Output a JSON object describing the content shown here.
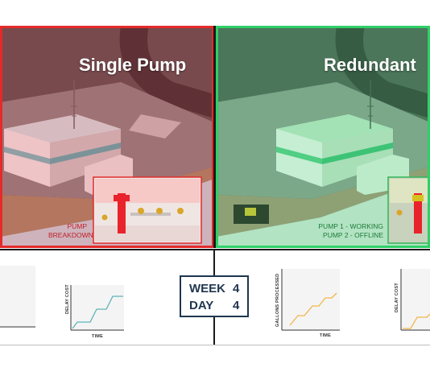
{
  "left_panel": {
    "title": "Single Pump",
    "status_lines": [
      "PUMP",
      "BREAKDOWN"
    ],
    "tint_color": "#e0202c",
    "status_color": "#c0202a"
  },
  "right_panel": {
    "title": "Redundant",
    "status_lines": [
      "PUMP 1 - WORKING",
      "PUMP 2 - OFFLINE"
    ],
    "tint_color": "#22c55e",
    "status_color": "#1f7a3a"
  },
  "counter": {
    "week_label": "WEEK",
    "week_value": "4",
    "day_label": "DAY",
    "day_value": "4",
    "color": "#1f3550"
  },
  "charts": [
    {
      "id": "left-partial",
      "ylabel": "",
      "xlabel": "",
      "line_color": "#5fb3b8"
    },
    {
      "id": "left-delay",
      "ylabel": "DELAY COST",
      "xlabel": "TIME",
      "line_color": "#5fb3b8"
    },
    {
      "id": "right-gallons",
      "ylabel": "GALLONS PROCESSED",
      "xlabel": "TIME",
      "line_color": "#f0b74a"
    },
    {
      "id": "right-delay",
      "ylabel": "DELAY COST",
      "xlabel": "",
      "line_color": "#f0b74a"
    }
  ]
}
